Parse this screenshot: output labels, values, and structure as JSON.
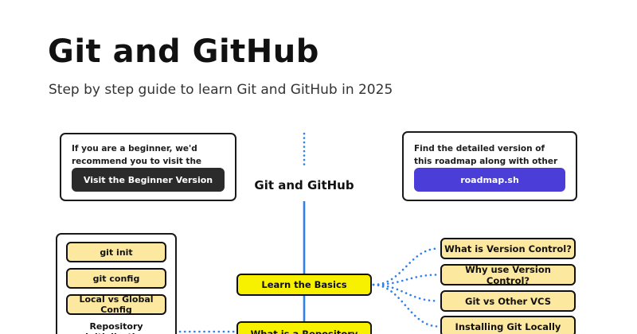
{
  "page": {
    "title": "Git and GitHub",
    "subtitle": "Step by step guide to learn Git and GitHub in 2025"
  },
  "beginner_note": {
    "text": "If you are a beginner, we'd recommend you to visit the beginner friendly version.",
    "button_label": "Visit the Beginner Version"
  },
  "roadmap_note": {
    "text": "Find the detailed version of this roadmap along with other similar roadmaps",
    "button_label": "roadmap.sh"
  },
  "root_node": {
    "label": "Git and GitHub"
  },
  "nodes": {
    "learn_basics": {
      "label": "Learn the Basics"
    },
    "what_is_repository": {
      "label": "What is a Repository"
    }
  },
  "repository_group": {
    "items": [
      "git init",
      "git config",
      "Local vs Global Config"
    ],
    "label": "Repository Initialization"
  },
  "basics_topics": [
    "What is Version Control?",
    "Why use Version Control?",
    "Git vs Other VCS",
    "Installing Git Locally"
  ],
  "colors": {
    "connector_blue": "#2f80ed",
    "node_yellow_bright": "#f7f100",
    "node_yellow_light": "#fde8a0",
    "button_dark": "#2b2b2b",
    "button_indigo": "#4a3dd8",
    "border_ink": "#1a1a1a"
  }
}
